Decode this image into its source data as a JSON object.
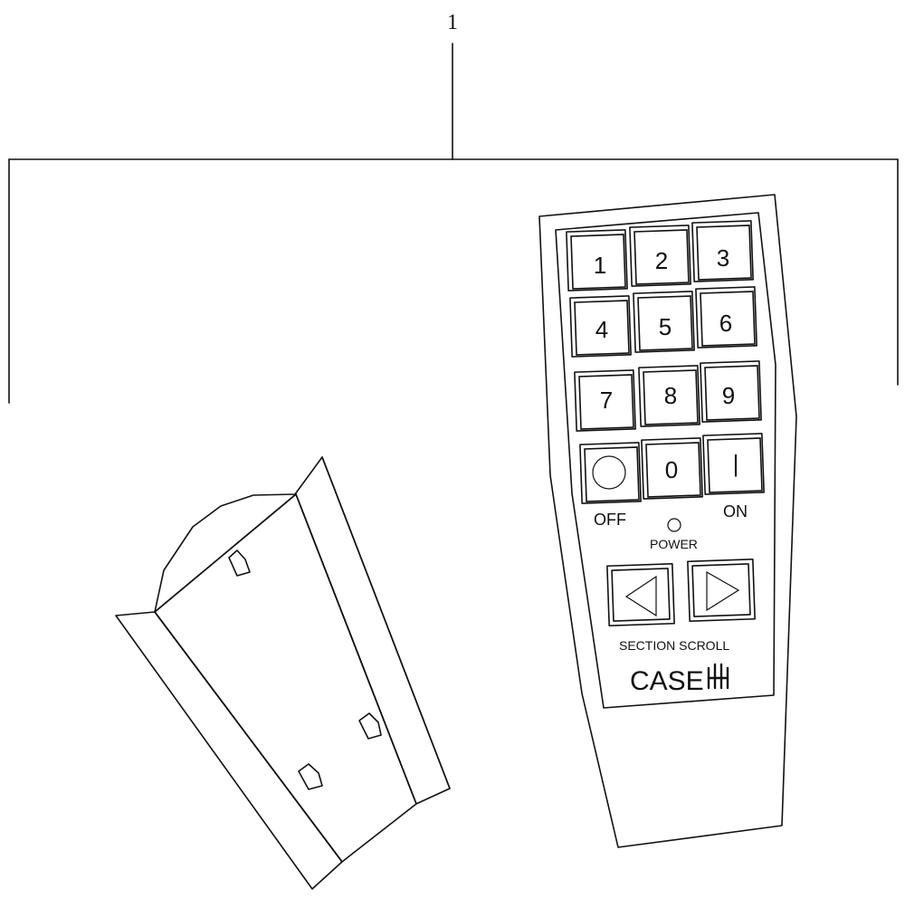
{
  "callout": "1",
  "remote": {
    "keys": [
      "1",
      "2",
      "3",
      "4",
      "5",
      "6",
      "7",
      "8",
      "9",
      "",
      "0",
      "|"
    ],
    "off_label": "OFF",
    "on_label": "ON",
    "power_label": "POWER",
    "section_scroll_label": "SECTION SCROLL",
    "brand": "CASE",
    "brand_logo": "IH"
  },
  "bracket": {
    "icon": "mounting-bracket"
  }
}
